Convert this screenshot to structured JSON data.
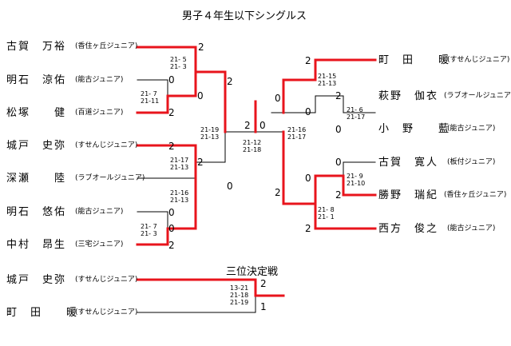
{
  "title": "男子４年生以下シングルス",
  "third_place_label": "三位決定戦",
  "colors": {
    "win": "#e8141c",
    "line": "#000000"
  },
  "left_players": [
    {
      "name": "古賀　万裕",
      "club": "(香住ヶ丘ジュニア)"
    },
    {
      "name": "明石　涼佑",
      "club": "(能古ジュニア)"
    },
    {
      "name": "松塚　　健",
      "club": "(百道ジュニア)"
    },
    {
      "name": "城戸　史弥",
      "club": "(すせんじジュニア)"
    },
    {
      "name": "深瀬　　陸",
      "club": "(ラブオールジュニア)"
    },
    {
      "name": "明石　悠佑",
      "club": "(能古ジュニア)"
    },
    {
      "name": "中村　昂生",
      "club": "(三宅ジュニア)"
    }
  ],
  "right_players": [
    {
      "name": "町　田　　暖",
      "club": "(すせんじジュニア)"
    },
    {
      "name": "萩野　伽衣",
      "club": "(ラブオールジュニア)"
    },
    {
      "name": "小　野　　藍",
      "club": "(能古ジュニア)"
    },
    {
      "name": "古賀　寛人",
      "club": "(板付ジュニア)"
    },
    {
      "name": "勝野　瑞紀",
      "club": "(香住ヶ丘ジュニア)"
    },
    {
      "name": "西方　俊之",
      "club": "(能古ジュニア)"
    }
  ],
  "third_players": [
    {
      "name": "城戸　史弥",
      "club": "(すせんじジュニア)"
    },
    {
      "name": "町　田　　暖",
      "club": "(すせんじジュニア)"
    }
  ],
  "results": {
    "L1": "2",
    "L2": "0",
    "L3": "2",
    "L4": "0",
    "L5": "2",
    "L6": "2",
    "L7": "0",
    "L8": "0",
    "L9": "2",
    "LA": "2",
    "LB": "0",
    "LC": "2",
    "LD": "0",
    "FL": "2",
    "FR": "0",
    "RA": "2",
    "RB": "0",
    "RC": "0",
    "RD": "2",
    "R1": "2",
    "R2": "0",
    "R3": "0",
    "R4": "0",
    "R5": "2",
    "R6": "2",
    "T1": "2",
    "T2": "1"
  },
  "scores": {
    "m1": [
      "21- 5",
      "21- 3"
    ],
    "m2": [
      "21- 7",
      "21-11"
    ],
    "m3": [
      "21-19",
      "21-13"
    ],
    "m4": [
      "21-17",
      "21-13"
    ],
    "m5": [
      "21- 7",
      "21- 3"
    ],
    "m6": [
      "21-16",
      "21-13"
    ],
    "final": [
      "21-12",
      "21-18"
    ],
    "r1": [
      "21-15",
      "21-13"
    ],
    "r2": [
      "21- 6",
      "21-17"
    ],
    "r3": [
      "21-16",
      "21-17"
    ],
    "r4": [
      "21- 9",
      "21-10"
    ],
    "r5": [
      "21- 8",
      "21- 1"
    ],
    "third": [
      "13-21",
      "21-18",
      "21-19"
    ]
  }
}
